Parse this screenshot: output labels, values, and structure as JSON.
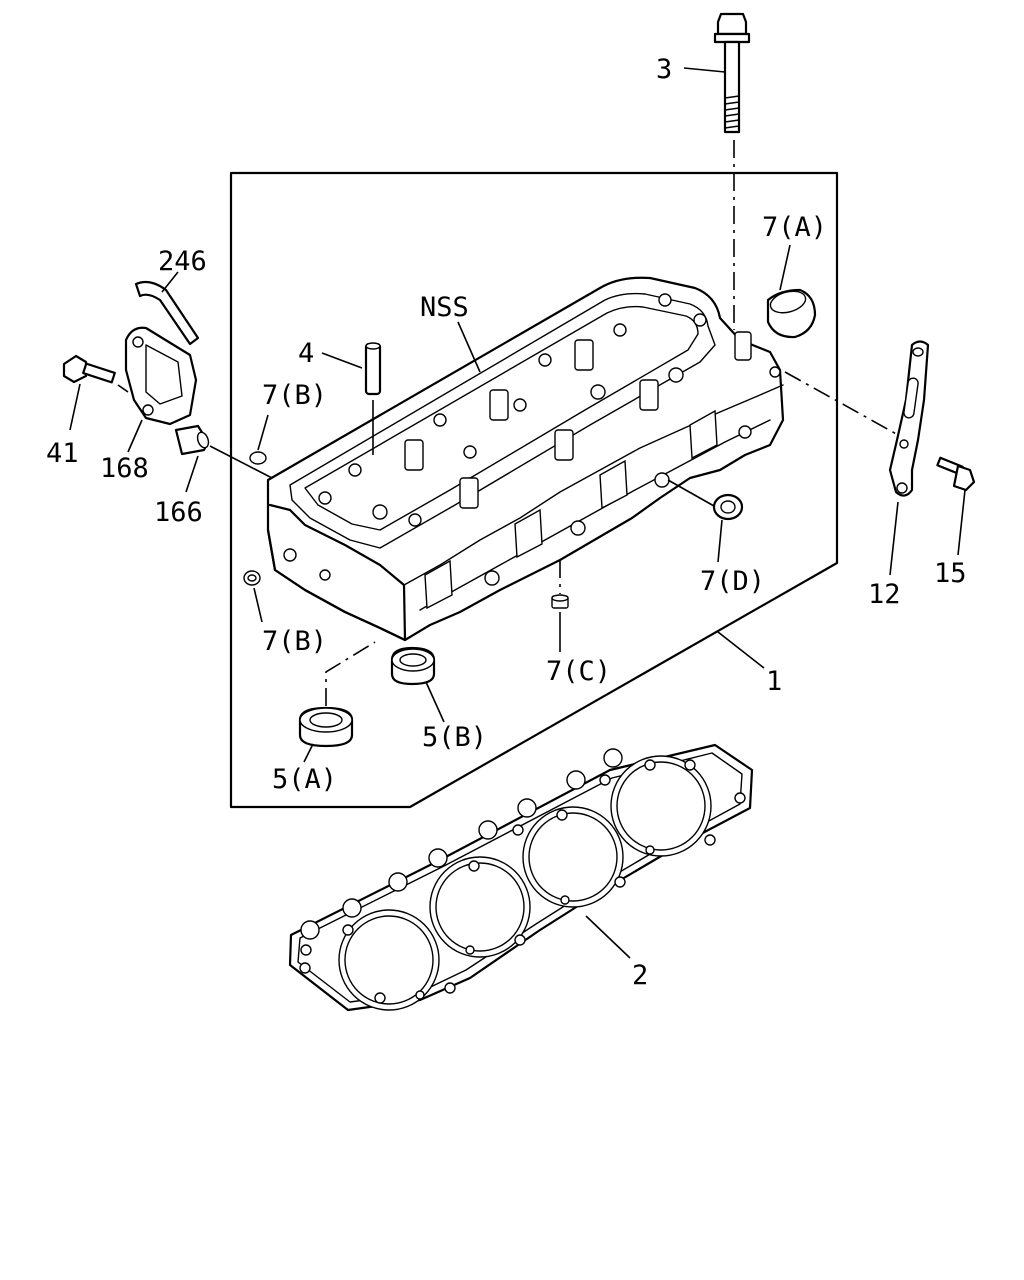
{
  "diagram": {
    "labels": {
      "p1": "1",
      "p2": "2",
      "p3": "3",
      "p4": "4",
      "p5a": "5(A)",
      "p5b": "5(B)",
      "p7a": "7(A)",
      "p7b_top": "7(B)",
      "p7b_bottom": "7(B)",
      "p7c": "7(C)",
      "p7d": "7(D)",
      "p12": "12",
      "p15": "15",
      "p41": "41",
      "p166": "166",
      "p168": "168",
      "p246": "246",
      "nss": "NSS"
    }
  }
}
